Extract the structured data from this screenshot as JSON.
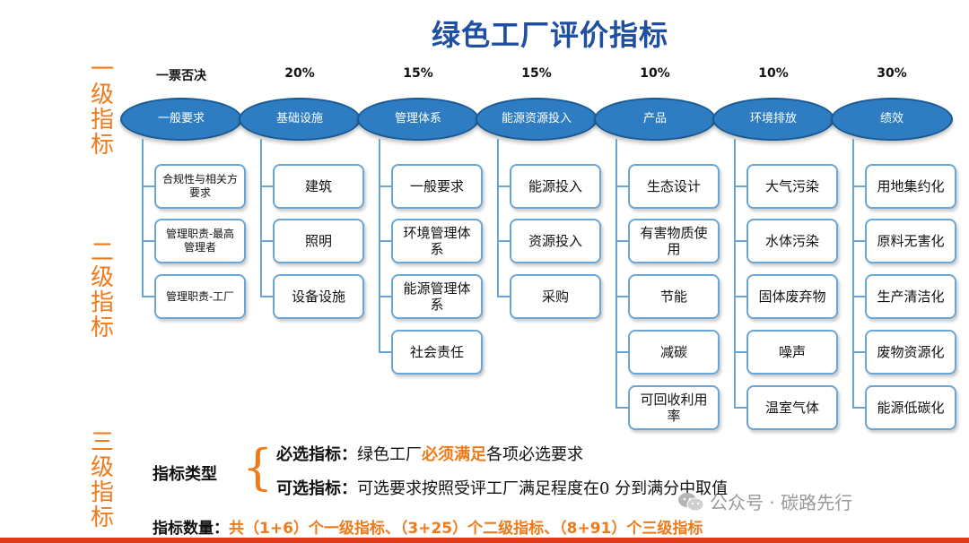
{
  "title": "绿色工厂评价指标",
  "side_labels": [
    {
      "chars": [
        "一",
        "级",
        "指",
        "标"
      ]
    },
    {
      "chars": [
        "二",
        "级",
        "指",
        "标"
      ]
    },
    {
      "chars": [
        "三",
        "级",
        "指",
        "标"
      ]
    }
  ],
  "categories": [
    {
      "weight": "一票否决",
      "name": "一般要求",
      "items": [
        "合规性与相关方要求",
        "管理职责-最高管理者",
        "管理职责-工厂"
      ]
    },
    {
      "weight": "20%",
      "name": "基础设施",
      "items": [
        "建筑",
        "照明",
        "设备设施"
      ]
    },
    {
      "weight": "15%",
      "name": "管理体系",
      "items": [
        "一般要求",
        "环境管理体系",
        "能源管理体系",
        "社会责任"
      ]
    },
    {
      "weight": "15%",
      "name": "能源资源投入",
      "items": [
        "能源投入",
        "资源投入",
        "采购"
      ]
    },
    {
      "weight": "10%",
      "name": "产品",
      "items": [
        "生态设计",
        "有害物质使用",
        "节能",
        "减碳",
        "可回收利用率"
      ]
    },
    {
      "weight": "10%",
      "name": "环境排放",
      "items": [
        "大气污染",
        "水体污染",
        "固体废弃物",
        "噪声",
        "温室气体"
      ]
    },
    {
      "weight": "30%",
      "name": "绩效",
      "items": [
        "用地集约化",
        "原料无害化",
        "生产清洁化",
        "废物资源化",
        "能源低碳化"
      ]
    }
  ],
  "indicator_types": {
    "label": "指标类型",
    "required_title": "必选指标：",
    "required_text_pre": "绿色工厂",
    "required_text_highlight": "必须满足",
    "required_text_post": "各项必选要求",
    "optional_title": "可选指标：",
    "optional_text": "可选要求按照受评工厂满足程度在0 分到满分中取值"
  },
  "indicator_count": {
    "label": "指标数量：",
    "value": "共（1+6）个一级指标、（3+25）个二级指标、（8+91）个三级指标"
  },
  "watermark": "公众号 · 碳路先行",
  "colors": {
    "title": "#1f4fa0",
    "accent": "#f07a1a",
    "ellipse": "#2e7dc3",
    "line": "#6aa6d6",
    "bar": "#e03a1c"
  }
}
